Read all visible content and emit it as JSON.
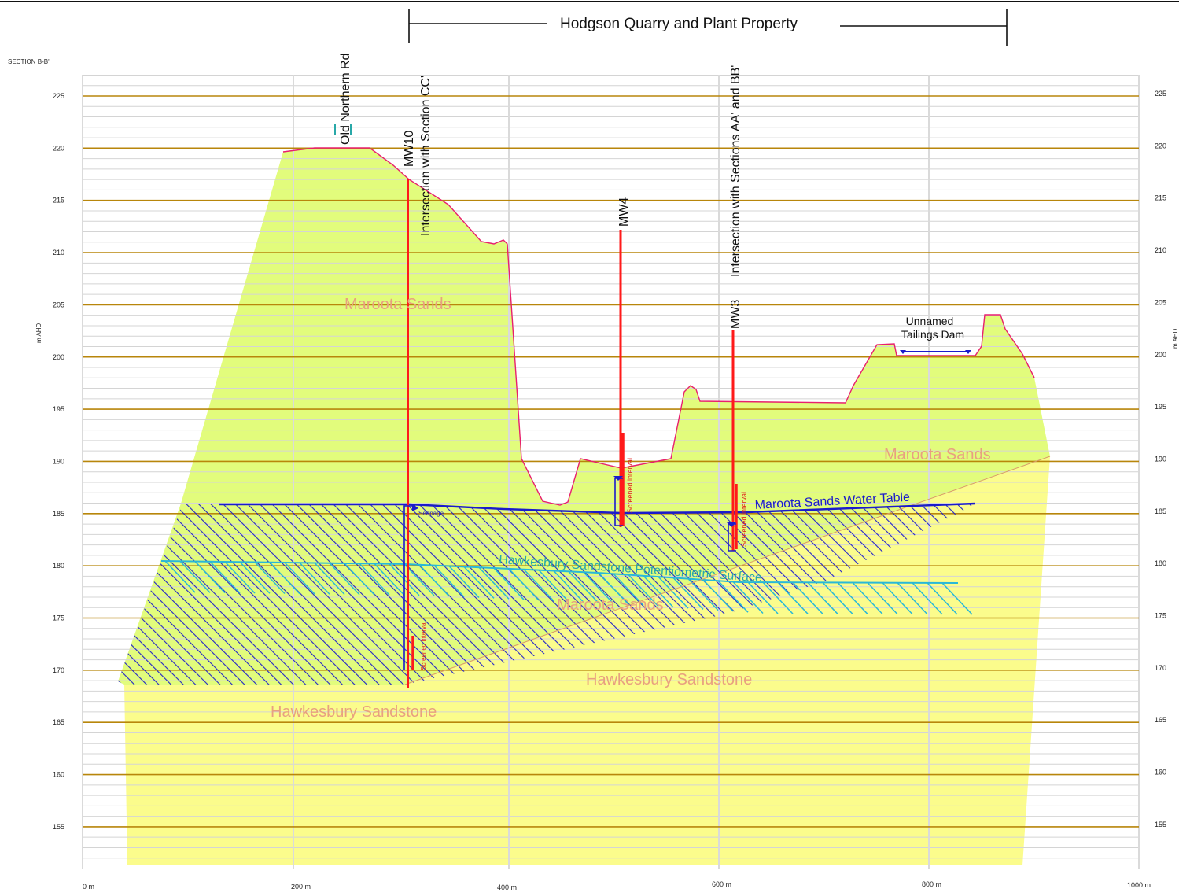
{
  "section_label": "SECTION B-B'",
  "axis": {
    "y_unit": "m AHD",
    "y_ticks": [
      "225",
      "220",
      "215",
      "210",
      "205",
      "200",
      "195",
      "190",
      "185",
      "180",
      "175",
      "170",
      "165",
      "160",
      "155"
    ],
    "x_ticks": [
      "0 m",
      "200 m",
      "400 m",
      "600 m",
      "800 m",
      "1000 m"
    ]
  },
  "property": {
    "label": "Hodgson Quarry and Plant Property"
  },
  "road": {
    "label": "Old Northern Rd"
  },
  "intersections": {
    "cc": "Intersection with Section CC'",
    "aa_bb": "Intersection with Sections AA' and BB'"
  },
  "wells": {
    "mw10": "MW10",
    "mw4": "MW4",
    "mw3": "MW3"
  },
  "dam": {
    "line1": "Unnamed",
    "line2": "Tailings Dam"
  },
  "formations": {
    "maroota_upper": "Maroota Sands",
    "maroota_right": "Maroota Sands",
    "maroota_lower": "Maroota Sands",
    "hawkesbury_left": "Hawkesbury Sandstone",
    "hawkesbury_mid": "Hawkesbury Sandstone"
  },
  "water": {
    "water_table": "Maroota Sands Water Table",
    "potentiometric": "Hawkesbury Sandstone Potentiometric Surface",
    "seepage": "Seepage"
  },
  "screens": {
    "mw4": "Screened interval",
    "mw3": "Screened interval",
    "mw10": "Screened interval"
  },
  "colors": {
    "maroota": "#e2fc7c",
    "hawkesbury": "#fbfc8c",
    "ground_line": "#e8206e",
    "well": "#ff1a1a",
    "water_table": "#1a1acc",
    "potentiometric": "#29b8d8",
    "major_grid": "#b8860b"
  }
}
